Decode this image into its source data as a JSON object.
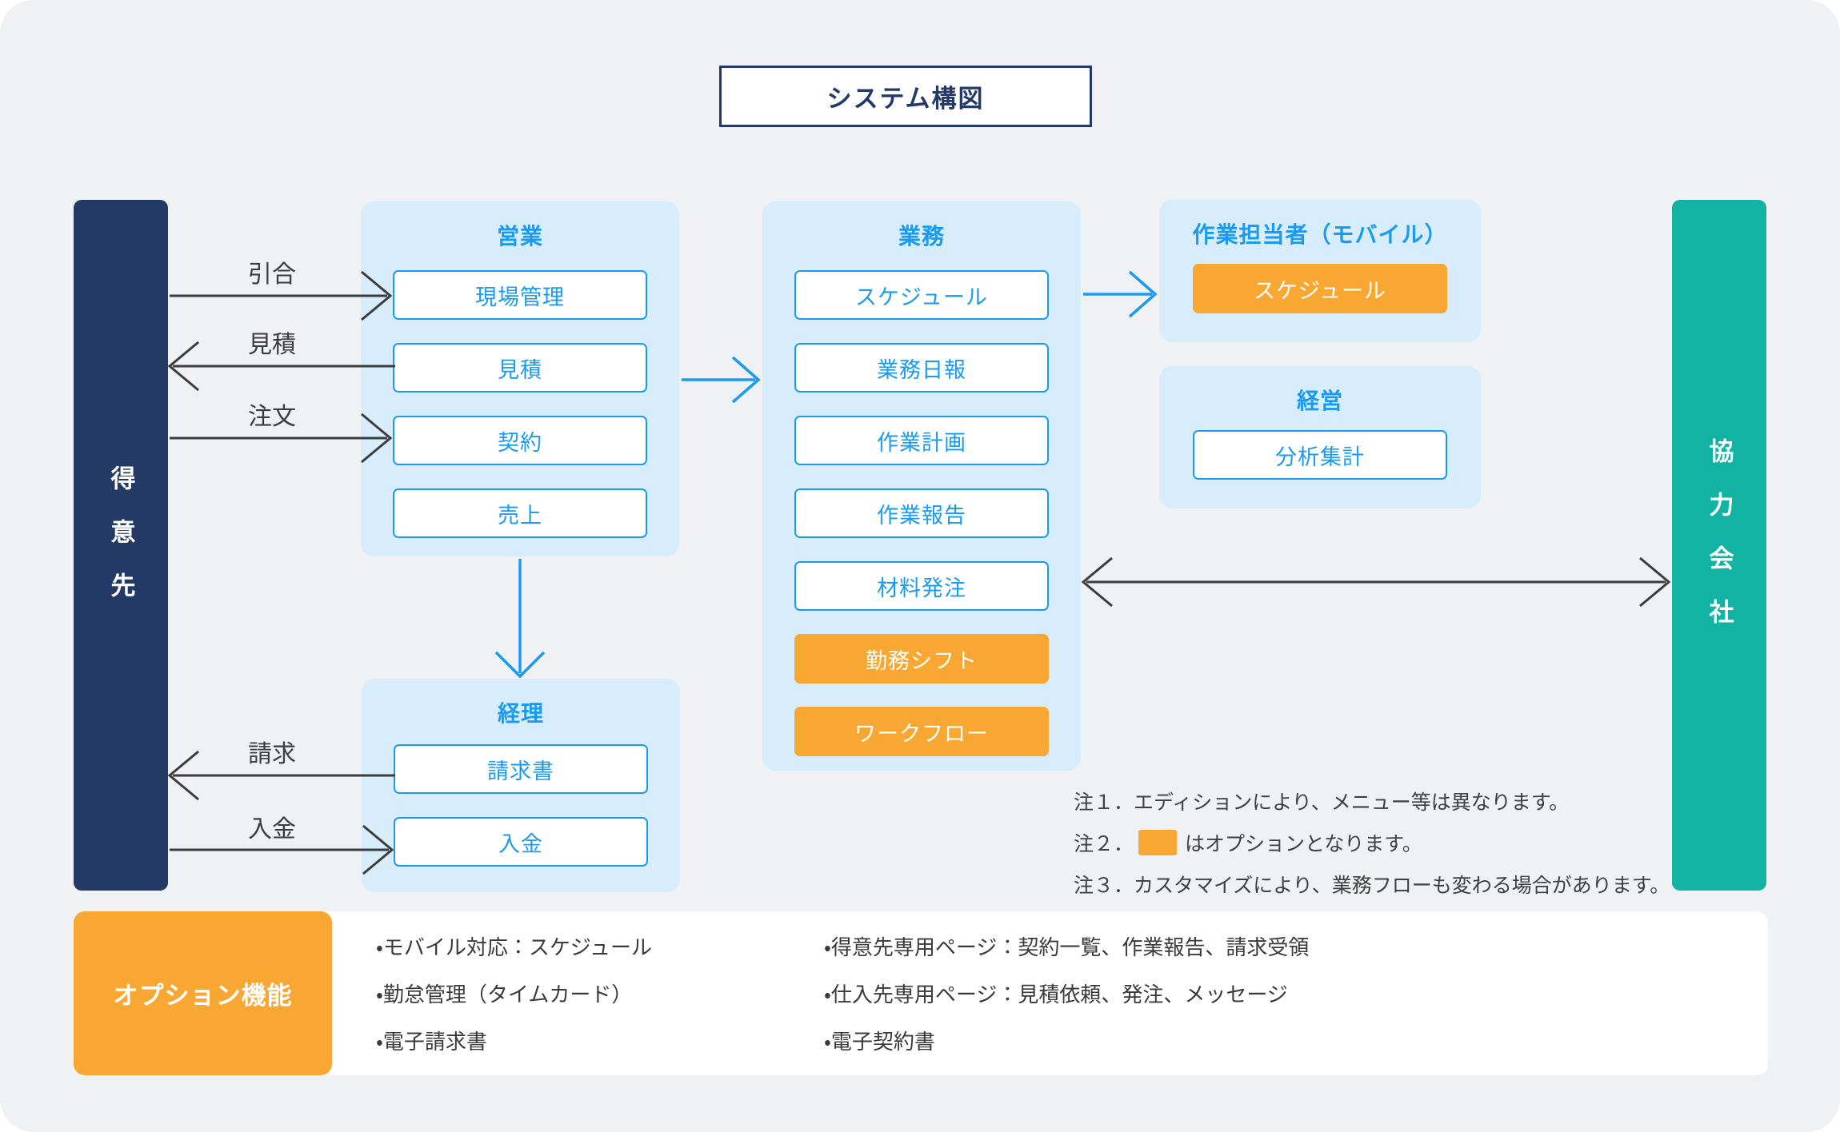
{
  "title": "システム構図",
  "actors": {
    "customer": {
      "label": "得意先"
    },
    "partner": {
      "label": "協力会社"
    }
  },
  "panels": {
    "sales": {
      "title": "営業",
      "items": [
        {
          "label": "現場管理",
          "optional": false
        },
        {
          "label": "見積",
          "optional": false
        },
        {
          "label": "契約",
          "optional": false
        },
        {
          "label": "売上",
          "optional": false
        }
      ]
    },
    "operations": {
      "title": "業務",
      "items": [
        {
          "label": "スケジュール",
          "optional": false
        },
        {
          "label": "業務日報",
          "optional": false
        },
        {
          "label": "作業計画",
          "optional": false
        },
        {
          "label": "作業報告",
          "optional": false
        },
        {
          "label": "材料発注",
          "optional": false
        },
        {
          "label": "勤務シフト",
          "optional": true
        },
        {
          "label": "ワークフロー",
          "optional": true
        }
      ]
    },
    "mobile": {
      "title": "作業担当者（モバイル）",
      "items": [
        {
          "label": "スケジュール",
          "optional": true
        }
      ]
    },
    "management": {
      "title": "経営",
      "items": [
        {
          "label": "分析集計",
          "optional": false
        }
      ]
    },
    "accounting": {
      "title": "経理",
      "items": [
        {
          "label": "請求書",
          "optional": false
        },
        {
          "label": "入金",
          "optional": false
        }
      ]
    }
  },
  "flow_labels": {
    "inquiry": "引合",
    "estimate": "見積",
    "order": "注文",
    "billing": "請求",
    "payment": "入金"
  },
  "notes": {
    "note1": "注１．エディションにより、メニュー等は異なります。",
    "note2_prefix": "注２．",
    "note2_suffix": "はオプションとなります。",
    "note3": "注３．カスタマイズにより、業務フローも変わる場合があります。"
  },
  "options_section": {
    "heading": "オプション機能",
    "column1": [
      "・モバイル対応：スケジュール",
      "・勤怠管理（タイムカード）",
      "・電子請求書"
    ],
    "column2": [
      "・得意先専用ページ：契約一覧、作業報告、請求受領",
      "・仕入先専用ページ：見積依頼、発注、メッセージ",
      "・電子契約書"
    ]
  },
  "colors": {
    "background": "#eff1f4",
    "accent_blue": "#1a9bf1",
    "panel_light_blue": "#d7edfc",
    "optional_orange": "#f8a733",
    "customer_navy": "#233a66",
    "partner_teal": "#13b3a4",
    "arrow_dark": "#3c3c3c",
    "title_navy": "#24396b"
  }
}
